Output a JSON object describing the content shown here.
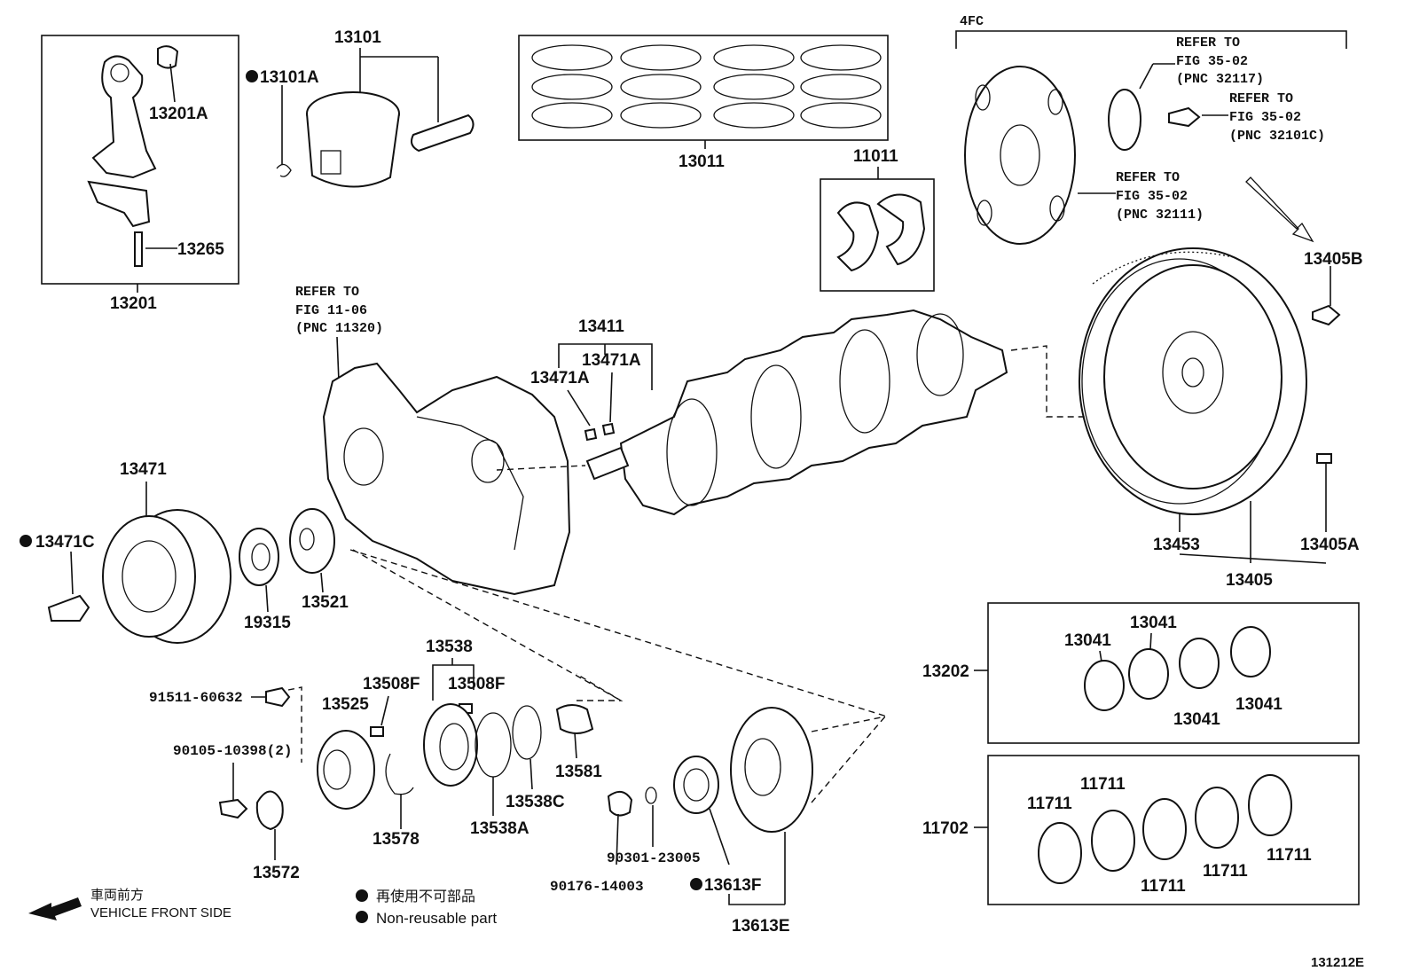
{
  "labels": {
    "p13101": "13101",
    "p13101A": "13101A",
    "p13201A": "13201A",
    "p13265": "13265",
    "p13201": "13201",
    "p13011": "13011",
    "p11011": "11011",
    "p4fc": "4FC",
    "ref32117_a": "REFER TO",
    "ref32117_b": "FIG 35-02",
    "ref32117_c": "(PNC 32117)",
    "ref32101c_a": "REFER TO",
    "ref32101c_b": "FIG 35-02",
    "ref32101c_c": "(PNC 32101C)",
    "ref32111_a": "REFER TO",
    "ref32111_b": "FIG 35-02",
    "ref32111_c": "(PNC 32111)",
    "p13405B": "13405B",
    "ref11320_a": "REFER TO",
    "ref11320_b": "FIG 11-06",
    "ref11320_c": "(PNC 11320)",
    "p13411": "13411",
    "p13471A_1": "13471A",
    "p13471A_2": "13471A",
    "p13471": "13471",
    "p13471C": "13471C",
    "p19315": "19315",
    "p13521": "13521",
    "p13453": "13453",
    "p13405A": "13405A",
    "p13405": "13405",
    "p13538": "13538",
    "p13508F_1": "13508F",
    "p13508F_2": "13508F",
    "p91511": "91511-60632",
    "p13525": "13525",
    "p90105": "90105-10398(2)",
    "p13578": "13578",
    "p13538A": "13538A",
    "p13538C": "13538C",
    "p13581": "13581",
    "p13572": "13572",
    "p90301": "90301-23005",
    "p90176": "90176-14003",
    "p13613F": "13613F",
    "p13613E": "13613E",
    "p13202": "13202",
    "p13041_1": "13041",
    "p13041_2": "13041",
    "p13041_3": "13041",
    "p13041_4": "13041",
    "p11702": "11702",
    "p11711_1": "11711",
    "p11711_2": "11711",
    "p11711_3": "11711",
    "p11711_4": "11711",
    "p11711_5": "11711"
  },
  "legend": {
    "front_jp": "車両前方",
    "front_en": "VEHICLE FRONT SIDE",
    "nonreusable_jp": "再使用不可部品",
    "nonreusable_en": "Non-reusable part"
  },
  "figure_id": "131212E"
}
